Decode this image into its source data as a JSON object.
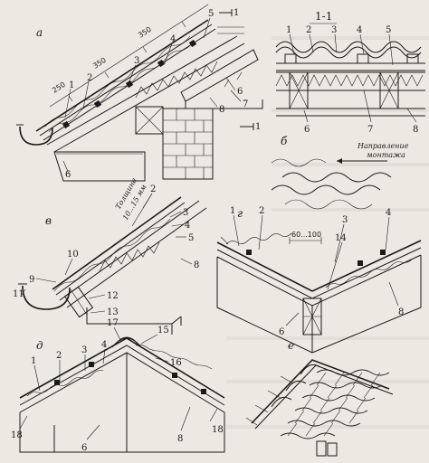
{
  "panels": {
    "a": "а",
    "section": "1-1",
    "b": "б",
    "v": "в",
    "g": "г",
    "d": "д",
    "e": "е"
  },
  "dimensions": {
    "a_250": "250",
    "a_350_1": "350",
    "a_350_2": "350",
    "v_thickness": "Толщина",
    "v_thickness_range": "10...15 мм",
    "g_60_100": "60...100"
  },
  "notes": {
    "direction_1": "Направление",
    "direction_2": "монтажа"
  },
  "callouts_a": [
    "1",
    "2",
    "3",
    "4",
    "5",
    "6",
    "7",
    "8",
    "1",
    "1"
  ],
  "callouts_section": [
    "1",
    "2",
    "3",
    "4",
    "5",
    "6",
    "7",
    "8"
  ],
  "callouts_v": [
    "2",
    "3",
    "4",
    "5",
    "8",
    "9",
    "10",
    "11",
    "12",
    "13"
  ],
  "callouts_g": [
    "1",
    "2",
    "3",
    "4",
    "6",
    "8",
    "14"
  ],
  "callouts_d": [
    "1",
    "2",
    "3",
    "4",
    "6",
    "8",
    "15",
    "16",
    "17",
    "18",
    "18"
  ],
  "colors": {
    "paper": "#ece9e2",
    "ink": "#1a1a1a",
    "faint_text": "#9a958c"
  }
}
